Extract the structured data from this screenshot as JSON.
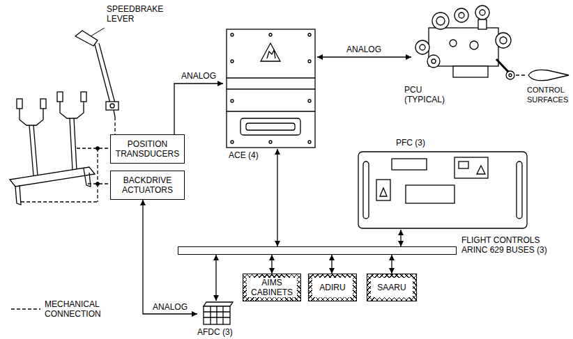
{
  "diagram": {
    "nodes": [
      {
        "text": [
          "SPEEDBRAKE LEVER"
        ]
      },
      {
        "text": [
          "ACE (4)"
        ]
      },
      {
        "text": [
          "PCU (TYPICAL)"
        ]
      },
      {
        "text": [
          "CONTROL SURFACES"
        ]
      },
      {
        "text": [
          "POSITION TRANSDUCERS"
        ]
      },
      {
        "text": [
          "BACKDRIVE ACTUATORS"
        ]
      },
      {
        "text": [
          "PFC (3)"
        ]
      },
      {
        "text": [
          "FLIGHT CONTROLS ARINC 629 BUSES (3)"
        ]
      },
      {
        "text": [
          "AIMS CABINETS"
        ]
      },
      {
        "text": [
          "ADIRU"
        ]
      },
      {
        "text": [
          "SAARU"
        ]
      },
      {
        "text": [
          "AFDC (3)"
        ]
      }
    ],
    "edges": [
      {
        "from": 0,
        "to": 4,
        "arrow": "none"
      },
      {
        "from": 4,
        "to": 1,
        "label": "ANALOG",
        "arrow": "to"
      },
      {
        "from": 1,
        "to": 2,
        "label": "ANALOG",
        "arrow": "both"
      },
      {
        "from": 2,
        "to": 3,
        "arrow": "none"
      },
      {
        "from": 1,
        "to": 7,
        "arrow": "both"
      },
      {
        "from": 6,
        "to": 7,
        "arrow": "both"
      },
      {
        "from": 7,
        "to": 11,
        "arrow": "both"
      },
      {
        "from": 7,
        "to": 8,
        "arrow": "both"
      },
      {
        "from": 7,
        "to": 9,
        "arrow": "both"
      },
      {
        "from": 7,
        "to": 10,
        "arrow": "both"
      },
      {
        "from": 11,
        "to": 5,
        "label": "ANALOG",
        "arrow": "both"
      }
    ],
    "legend": [
      {
        "text": "MECHANICAL CONNECTION"
      }
    ]
  }
}
